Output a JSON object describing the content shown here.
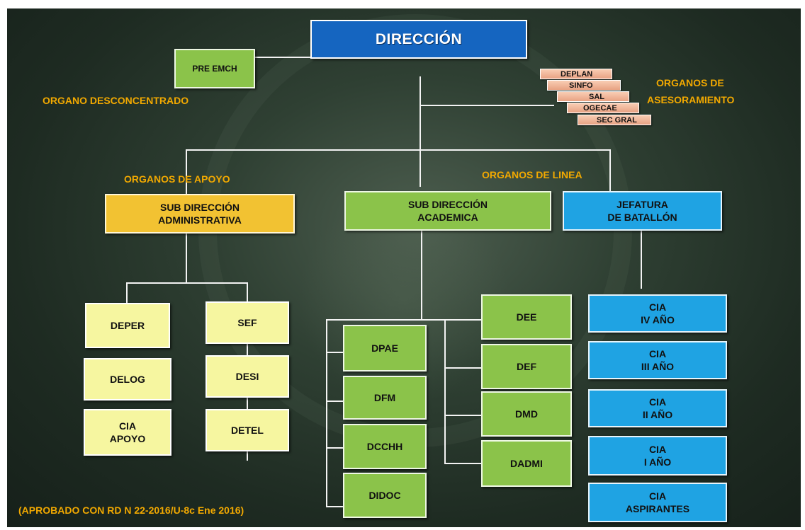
{
  "title": "DIRECCIÓN",
  "pre_emch": "PRE EMCH",
  "labels": {
    "organo_desconcentrado": "ORGANO DESCONCENTRADO",
    "organos_asesoramiento_1": "ORGANOS DE",
    "organos_asesoramiento_2": "ASESORAMIENTO",
    "organos_apoyo": "ORGANOS  DE  APOYO",
    "organos_linea": "ORGANOS  DE  LINEA"
  },
  "advisory": [
    "DEPLAN",
    "SINFO",
    "SAL",
    "OGECAE",
    "SEC GRAL"
  ],
  "sub_admin": {
    "line1": "SUB DIRECCIÓN",
    "line2": "ADMINISTRATIVA"
  },
  "sub_acad": {
    "line1": "SUB DIRECCIÓN",
    "line2": "ACADEMICA"
  },
  "jefatura": {
    "line1": "JEFATURA",
    "line2": "DE BATALLÓN"
  },
  "admin_left": [
    "DEPER",
    "DELOG",
    "CIA\nAPOYO"
  ],
  "admin_left_cia": {
    "line1": "CIA",
    "line2": "APOYO"
  },
  "admin_right": [
    "SEF",
    "DESI",
    "DETEL"
  ],
  "acad_left": [
    "DPAE",
    "DFM",
    "DCCHH",
    "DIDOC"
  ],
  "acad_right": [
    "DEE",
    "DEF",
    "DMD",
    "DADMI"
  ],
  "cia": [
    {
      "line1": "CIA",
      "line2": "IV AÑO"
    },
    {
      "line1": "CIA",
      "line2": "III AÑO"
    },
    {
      "line1": "CIA",
      "line2": "II AÑO"
    },
    {
      "line1": "CIA",
      "line2": "I AÑO"
    },
    {
      "line1": "CIA",
      "line2": "ASPIRANTES"
    }
  ],
  "footer": "(APROBADO CON RD N  22-2016/U-8c Ene  2016)",
  "colors": {
    "direccion": "#1565c0",
    "green": "#8bc34a",
    "yellow": "#f6f6a0",
    "blue": "#1fa3e3",
    "gold": "#f2c232",
    "label": "#f2a900",
    "advisory": "#f1b99a"
  }
}
